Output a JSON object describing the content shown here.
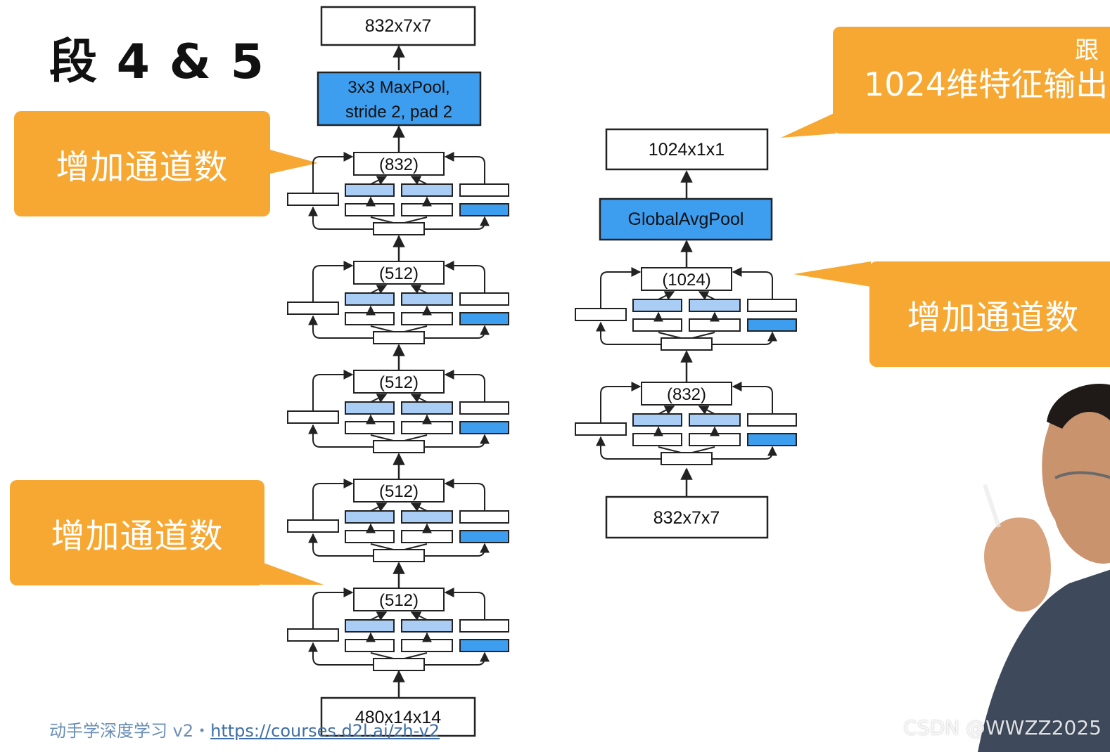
{
  "title": "段 4 & 5",
  "callouts": {
    "left_top": "增加通道数",
    "left_bottom": "增加通道数",
    "right_mid": "增加通道数",
    "right_top_main": "1024维特征输出",
    "right_top_small": "跟"
  },
  "left_column": {
    "output": "832x7x7",
    "maxpool_line1": "3x3 MaxPool,",
    "maxpool_line2": "stride 2, pad 2",
    "blocks": [
      "(832)",
      "(512)",
      "(512)",
      "(512)",
      "(512)"
    ],
    "input": "480x14x14"
  },
  "right_column": {
    "output": "1024x1x1",
    "pool": "GlobalAvgPool",
    "blocks": [
      "(1024)",
      "(832)"
    ],
    "input": "832x7x7"
  },
  "footer": {
    "course": "动手学深度学习 v2・",
    "link": "https://courses.d2l.ai/zh-v2"
  },
  "watermark": "CSDN @WWZZ2025",
  "colors": {
    "orange": "#f6a832",
    "blue": "#3d9eef",
    "light_blue": "#a9cdf5"
  }
}
